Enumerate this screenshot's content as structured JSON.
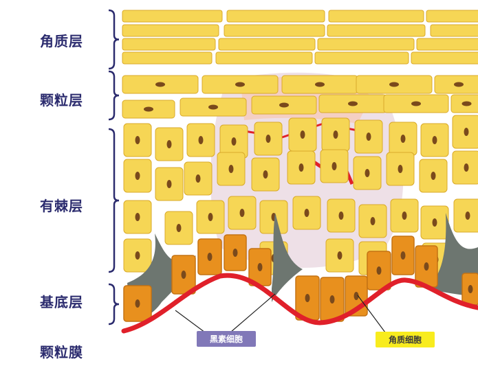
{
  "layers": {
    "stratum_corneum": "角质层",
    "stratum_granulosum": "颗粒层",
    "stratum_spinosum": "有棘层",
    "stratum_basale": "基底层",
    "basement_membrane": "颗粒膜"
  },
  "callouts": {
    "melanocyte": "黑素细胞",
    "keratinocyte": "角质细胞"
  },
  "colors": {
    "label_text": "#2b2b6e",
    "cell_fill": "#f6d655",
    "cell_border": "#d9a92a",
    "basal_cell_fill": "#e8901e",
    "nucleus": "#7a4a1c",
    "membrane": "#e0202a",
    "melanocyte": "#6d7670",
    "melanocyte_callout_bg": "#8178b8",
    "keratinocyte_callout_bg": "#f8ec1e"
  }
}
